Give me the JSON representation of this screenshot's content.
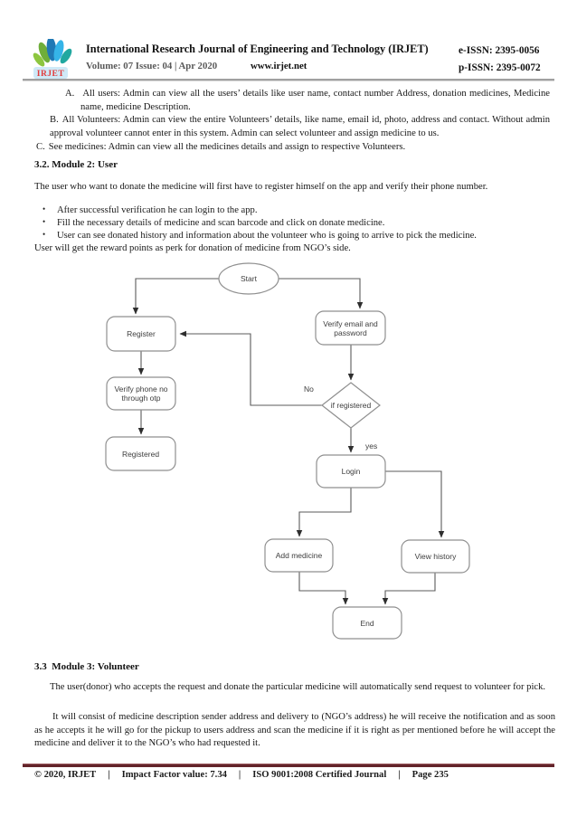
{
  "header": {
    "logo_text": "IRJET",
    "title": "International Research Journal of Engineering and Technology (IRJET)",
    "volume": "Volume: 07 Issue: 04 | Apr 2020",
    "website": "www.irjet.net",
    "eissn": "e-ISSN: 2395-0056",
    "pissn": "p-ISSN: 2395-0072"
  },
  "content": {
    "bullet_glyph": "•",
    "list_items": [
      {
        "label": "A.",
        "text": "All users: Admin can view all the users’ details like user name, contact number Address, donation medicines, Medicine name, medicine Description."
      },
      {
        "label": "B.",
        "text": "All Volunteers: Admin can view the entire Volunteers’ details, like name, email id, photo, address and contact. Without admin approval volunteer cannot enter in this system. Admin can select volunteer and assign medicine to us."
      },
      {
        "label": "C.",
        "text": "See medicines: Admin can view all the medicines details and assign to respective Volunteers."
      }
    ],
    "section_32_heading": "3.2. Module 2: User",
    "section_32_intro": "The user who want to donate the medicine will first have to register himself on the app and verify their phone number.",
    "bullets": [
      "After successful verification he can login to the app.",
      "Fill the necessary details of medicine and scan barcode and click on donate medicine.",
      "User can see donated history and information about the volunteer who is going to arrive to pick the medicine."
    ],
    "bullets_tail": "User will get the reward points as perk for donation of medicine from NGO’s side.",
    "section_33_heading": "3.3  Module 3: Volunteer",
    "section_33_para1": "The user(donor) who accepts the request and donate the particular medicine will automatically send request to volunteer for pick.",
    "section_33_para2": "It will consist of medicine description sender address and delivery to (NGO’s address) he will receive the notification and as soon as he accepts it he will go for the pickup to users address and scan the medicine if it is right as per mentioned before he will accept the medicine and deliver it to the NGO’s who had requested it."
  },
  "flowchart": {
    "nodes": {
      "start": "Start",
      "register": "Register",
      "verify_email": "Verify email and password",
      "verify_phone": "Verify phone no through otp",
      "registered": "Registered",
      "if_registered": "if registered",
      "login": "Login",
      "add_medicine": "Add medicine",
      "view_history": "View history",
      "end": "End"
    },
    "edge_labels": {
      "no": "No",
      "yes": "yes"
    }
  },
  "footer": {
    "copyright": "© 2020, IRJET",
    "separator": "|",
    "impact": "Impact Factor value: 7.34",
    "iso": "ISO 9001:2008 Certified Journal",
    "page": "Page 235"
  },
  "colors": {
    "footer_rule": "#63242a",
    "header_rule": "#a0a0a0",
    "logo_red": "#e23b3b",
    "logo_badge_blue": "#cfe9f7",
    "flow_stroke": "#8f8f8f",
    "flow_line": "#5b5b5b"
  }
}
